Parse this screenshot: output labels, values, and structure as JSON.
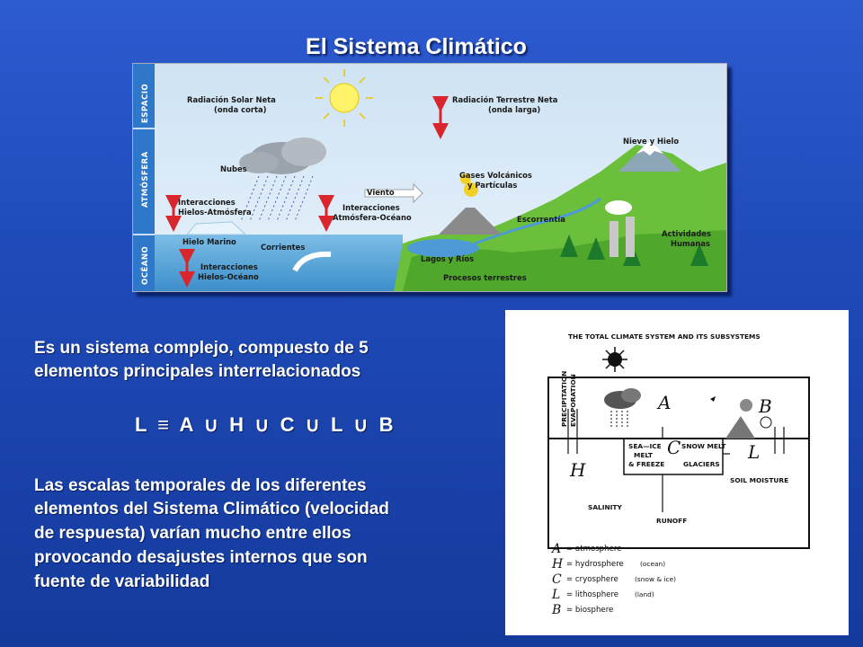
{
  "slide": {
    "title": "El Sistema Climático",
    "intro_line1": "Es un sistema complejo, compuesto de 5",
    "intro_line2": "elementos principales interrelacionados",
    "formula": "L  ≡  A  ∪  H  ∪  C  ∪  L  ∪  B",
    "body_lines": [
      "Las escalas temporales de los diferentes",
      "elementos del Sistema Climático (velocidad",
      "de respuesta)  varían mucho entre ellos",
      "provocando desajustes internos que son",
      "fuente de variabilidad"
    ]
  },
  "climate_diagram": {
    "band_labels": [
      "ESPACIO",
      "ATMÓSFERA",
      "OCÉANO"
    ],
    "labels": {
      "solar_1": "Radiación Solar Neta",
      "solar_2": "(onda corta)",
      "terrestrial_1": "Radiación Terrestre Neta",
      "terrestrial_2": "(onda larga)",
      "clouds": "Nubes",
      "snow_ice": "Nieve y Hielo",
      "volcanic_1": "Gases Volcánicos",
      "volcanic_2": "y Partículas",
      "ice_atm_1": "Interacciones",
      "ice_atm_2": "Hielos-Atmósfera",
      "wind": "Viento",
      "atm_ocean_1": "Interacciones",
      "atm_ocean_2": "Atmósfera-Océano",
      "runoff": "Escorrentía",
      "human_1": "Actividades",
      "human_2": "Humanas",
      "sea_ice": "Hielo Marino",
      "currents": "Corrientes",
      "ice_ocean_1": "Interacciones",
      "ice_ocean_2": "Hielos-Océano",
      "lakes": "Lagos y Ríos",
      "land": "Procesos terrestres"
    },
    "colors": {
      "sky": "#d4e6f5",
      "side_bar": "#2f77c9",
      "ocean": "#5aa7d8",
      "land": "#6bbf3a",
      "arrow": "#d8262c"
    }
  },
  "subsystems_sketch": {
    "title": "THE TOTAL CLIMATE SYSTEM AND ITS SUBSYSTEMS",
    "precipitation": "PRECIPITATION",
    "evaporation": "EVAPORATION",
    "sea_ice": "SEA—ICE",
    "melt": "MELT",
    "freeze": "& FREEZE",
    "snow_melt": "SNOW MELT",
    "glaciers": "GLACIERS",
    "soil_moisture": "SOIL MOISTURE",
    "salinity": "SALINITY",
    "runoff": "RUNOFF",
    "letters": {
      "atmosphere": "A",
      "biosphere": "B",
      "hydrosphere": "H",
      "cryosphere": "C",
      "lithosphere": "L"
    },
    "legend": [
      {
        "symbol": "A",
        "text": "= atmosphere",
        "note": ""
      },
      {
        "symbol": "H",
        "text": "= hydrosphere",
        "note": "(ocean)"
      },
      {
        "symbol": "C",
        "text": "= cryosphere",
        "note": "(snow & ice)"
      },
      {
        "symbol": "L",
        "text": "= lithosphere",
        "note": "(land)"
      },
      {
        "symbol": "B",
        "text": "= biosphere",
        "note": ""
      }
    ]
  }
}
